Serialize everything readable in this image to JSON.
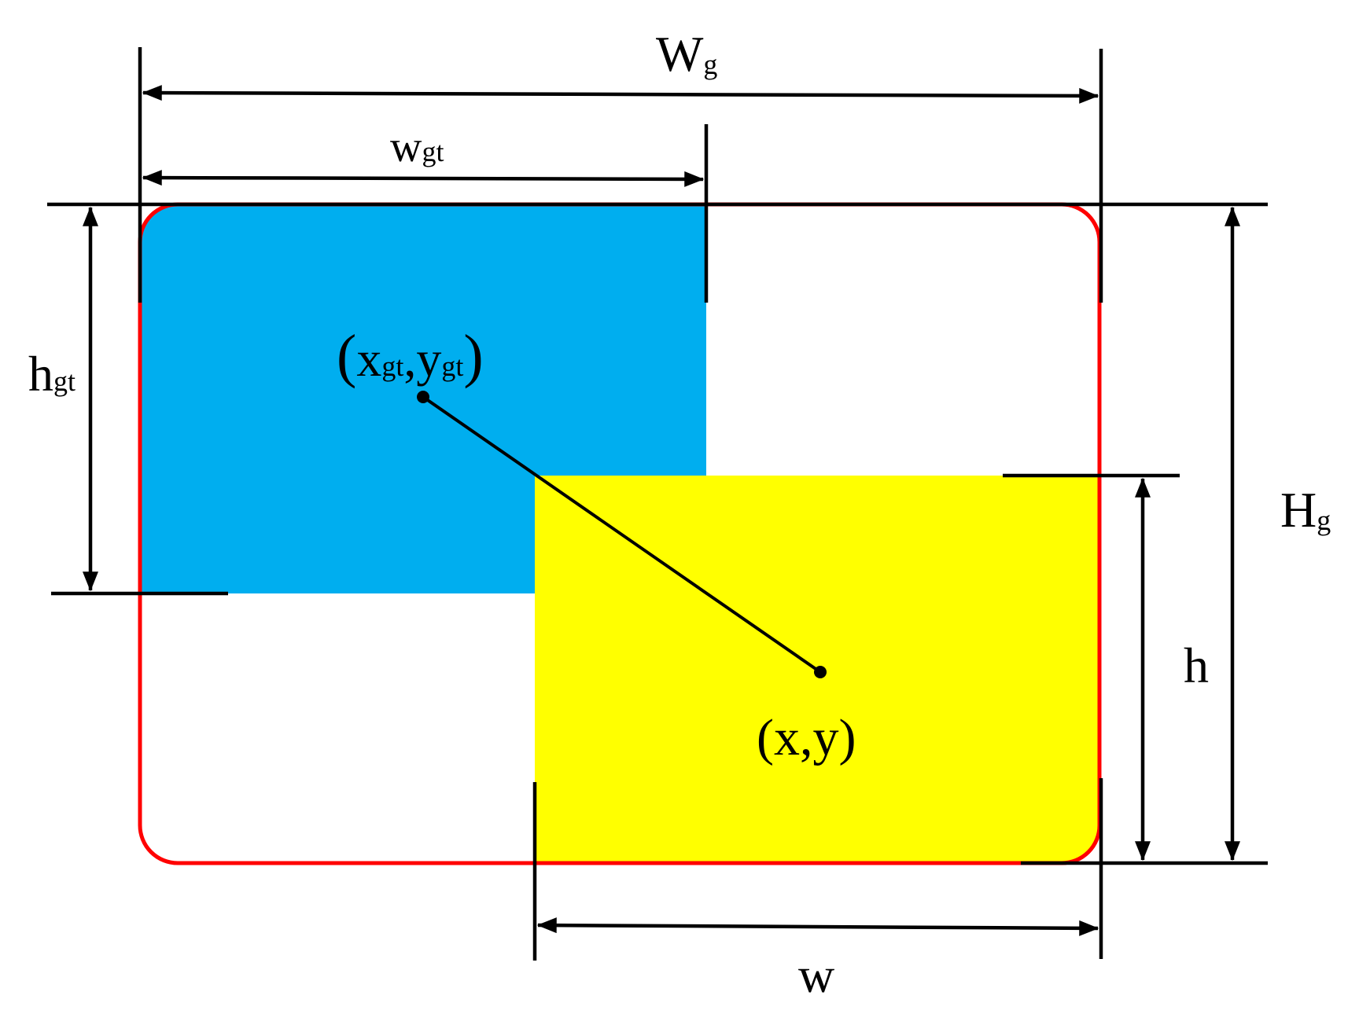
{
  "labels": {
    "outer_width": {
      "main": "W",
      "sub": "g"
    },
    "outer_height": {
      "main": "H",
      "sub": "g"
    },
    "gt_width": {
      "main": "w",
      "sub": "gt"
    },
    "gt_height": {
      "main": "h",
      "sub": "gt"
    },
    "gt_center": {
      "open": "(",
      "x_main": "x",
      "x_sub": "gt",
      "comma": ",",
      "y_main": "y",
      "y_sub": "gt",
      "close": ")"
    },
    "pred_center": {
      "text": "(x,y)"
    },
    "pred_width": {
      "main": "w"
    },
    "pred_height": {
      "main": "h"
    }
  },
  "colors": {
    "gt_box": "#00AEEF",
    "pred_box": "#FFFF00",
    "enclosing_box": "#FF0000",
    "lines": "#000000"
  }
}
